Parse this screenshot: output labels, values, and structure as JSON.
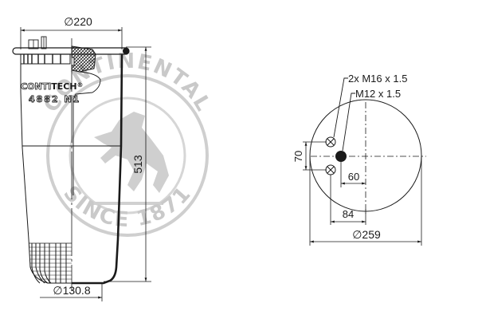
{
  "drawing": {
    "title": "Air spring technical drawing",
    "side_view": {
      "brand_light": "CONTI",
      "brand_bold": "TECH",
      "brand_mark": "®",
      "part_number": "4882 N1",
      "dim_top_diameter": "∅220",
      "dim_height": "513",
      "dim_bottom_diameter": "∅130.8"
    },
    "top_view": {
      "label_bolts": "2x M16 x 1.5",
      "label_center": "M12 x 1.5",
      "dim_bolt_spacing": "70",
      "dim_center_offset": "60",
      "dim_bolt_offset": "84",
      "dim_diameter": "∅259"
    },
    "watermark": {
      "text_top": "CONTINENTAL",
      "text_bottom": "SINCE 1871",
      "color": "#c9c9c9"
    }
  },
  "colors": {
    "ink": "#1a1a1a",
    "watermark": "#c9c9c9",
    "background": "#ffffff"
  }
}
